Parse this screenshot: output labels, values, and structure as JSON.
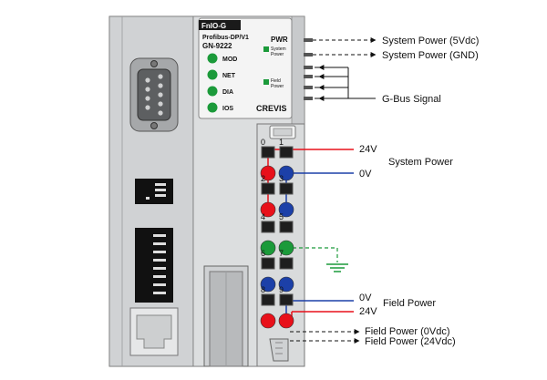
{
  "module": {
    "brand_tag": "FnIO-G",
    "protocol": "Profibus-DP/V1",
    "model": "GN-9222",
    "maker": "CREVIS",
    "pwr_label": "PWR",
    "system_power_led_label": [
      "System",
      "Power"
    ],
    "field_power_led_label": [
      "Field",
      "Power"
    ],
    "leds": [
      "MOD",
      "NET",
      "DIA",
      "IOS"
    ]
  },
  "terminals": {
    "numbers": [
      "0",
      "1",
      "2",
      "3",
      "4",
      "5",
      "6",
      "7",
      "8",
      "9"
    ]
  },
  "annotations": {
    "sys_power_5v": "System Power (5Vdc)",
    "sys_power_gnd": "System Power (GND)",
    "gbus": "G-Bus Signal",
    "v24_top": "24V",
    "system_power": "System Power",
    "v0_top": "0V",
    "v0_field": "0V",
    "field_power": "Field Power",
    "v24_field": "24V",
    "field_power_0v": "Field Power (0Vdc)",
    "field_power_24v": "Field Power (24Vdc)"
  },
  "colors": {
    "red": "#e8101a",
    "blue": "#1c40a8",
    "green": "#1b9a3a",
    "body": "#d4d6d8",
    "edge": "#6a6c6e"
  }
}
